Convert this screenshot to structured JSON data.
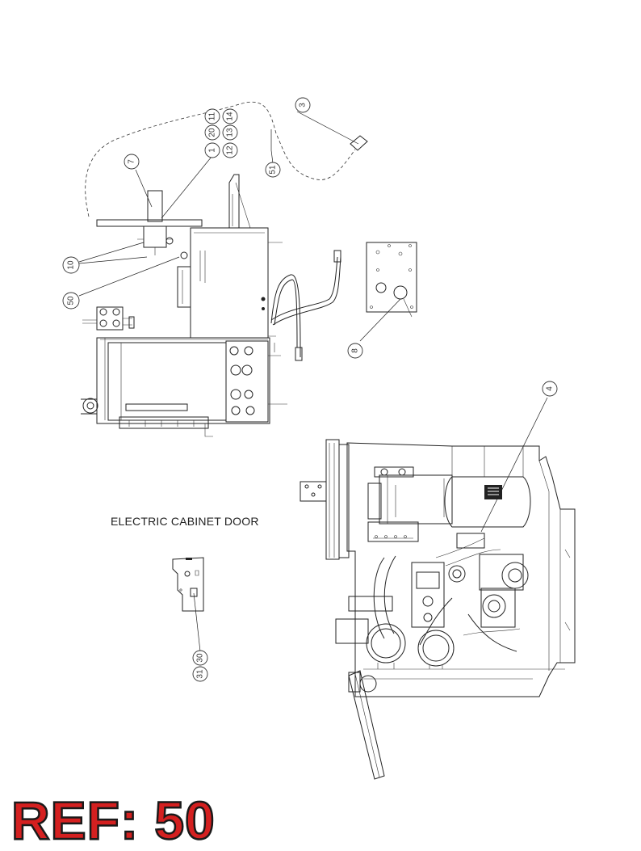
{
  "callouts": {
    "c1": "1",
    "c20": "20",
    "c11": "11",
    "c12": "12",
    "c13": "13",
    "c14": "14",
    "c3": "3",
    "c7": "7",
    "c51": "51",
    "c10": "10",
    "c50": "50",
    "c8": "8",
    "c4": "4",
    "c31": "31",
    "c30": "30"
  },
  "labels": {
    "cabinet_door": "ELECTRIC CABINET DOOR",
    "reference": "REF: 50"
  },
  "colors": {
    "reference_fill": "#d42020",
    "reference_outline": "#1a1a1a",
    "line": "#222222"
  }
}
